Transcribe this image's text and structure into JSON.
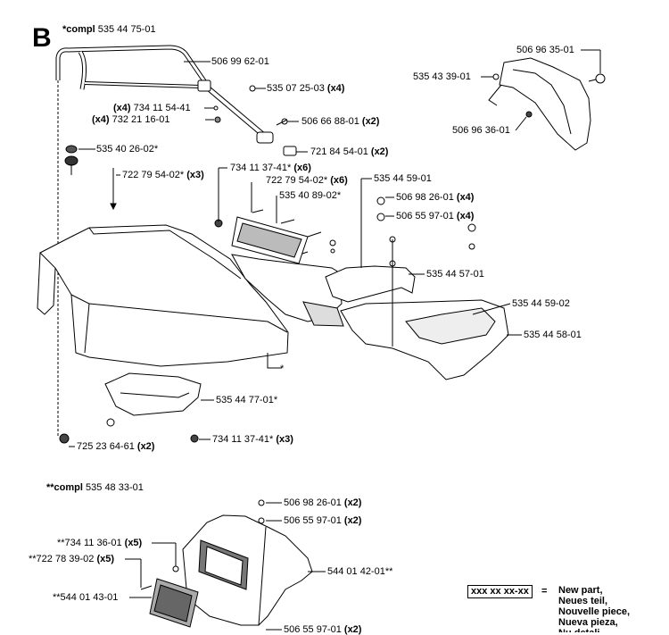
{
  "section_letter": "B",
  "compl_label": "*compl",
  "compl_number": "535 44 75-01",
  "compl2_label": "**compl",
  "compl2_number": "535 48 33-01",
  "labels": [
    {
      "id": "l1",
      "num": "506 99 62-01",
      "qty": ""
    },
    {
      "id": "l2",
      "num": "535 07 25-03",
      "qty": "(x4)"
    },
    {
      "id": "l3",
      "pre": "(x4)",
      "num": "734 11 54-41",
      "qty": ""
    },
    {
      "id": "l4",
      "pre": "(x4)",
      "num": "732 21 16-01",
      "qty": ""
    },
    {
      "id": "l5",
      "num": "506 66 88-01",
      "qty": "(x2)"
    },
    {
      "id": "l6",
      "num": "721 84 54-01",
      "qty": "(x2)"
    },
    {
      "id": "l7",
      "num": "535 40 26-02*",
      "qty": ""
    },
    {
      "id": "l8",
      "num": "722 79 54-02*",
      "qty": "(x3)"
    },
    {
      "id": "l9",
      "num": "734 11 37-41*",
      "qty": "(x6)"
    },
    {
      "id": "l10",
      "num": "535 44 59-01",
      "qty": ""
    },
    {
      "id": "l11",
      "num": "722 79 54-02*",
      "qty": "(x6)"
    },
    {
      "id": "l12",
      "num": "535 40 89-02*",
      "qty": ""
    },
    {
      "id": "l13",
      "num": "506 98 26-01",
      "qty": "(x4)"
    },
    {
      "id": "l14",
      "num": "506 55 97-01",
      "qty": "(x4)"
    },
    {
      "id": "l15",
      "num": "535 44 57-01",
      "qty": ""
    },
    {
      "id": "l16",
      "num": "535 44 59-02",
      "qty": ""
    },
    {
      "id": "l17",
      "num": "535 44 58-01",
      "qty": ""
    },
    {
      "id": "l18",
      "num": "*",
      "qty": ""
    },
    {
      "id": "l19",
      "num": "535 44 77-01*",
      "qty": ""
    },
    {
      "id": "l20",
      "num": "725 23 64-61",
      "qty": "(x2)"
    },
    {
      "id": "l21",
      "num": "734 11 37-41*",
      "qty": "(x3)"
    },
    {
      "id": "l22",
      "num": "506 96 35-01",
      "qty": ""
    },
    {
      "id": "l23",
      "num": "535 43 39-01",
      "qty": ""
    },
    {
      "id": "l24",
      "num": "506 96 36-01",
      "qty": ""
    },
    {
      "id": "l25",
      "num": "506 98 26-01",
      "qty": "(x2)"
    },
    {
      "id": "l26",
      "num": "506 55 97-01",
      "qty": "(x2)"
    },
    {
      "id": "l27",
      "pre": "**734 11 36-01",
      "num": "",
      "qty": "(x5)"
    },
    {
      "id": "l28",
      "pre": "**722 78 39-02",
      "num": "",
      "qty": "(x5)"
    },
    {
      "id": "l29",
      "num": "544 01 42-01**",
      "qty": ""
    },
    {
      "id": "l30",
      "pre": "**544 01 43-01",
      "num": "",
      "qty": ""
    },
    {
      "id": "l31",
      "num": "506 55 97-01",
      "qty": "(x2)"
    }
  ],
  "legend": {
    "box": "xxx xx xx-xx",
    "eq": "=",
    "lines": [
      "New part,",
      "Neues teil,",
      "Nouvelle piece,",
      "Nueva pieza,",
      "Nu detalj"
    ]
  }
}
